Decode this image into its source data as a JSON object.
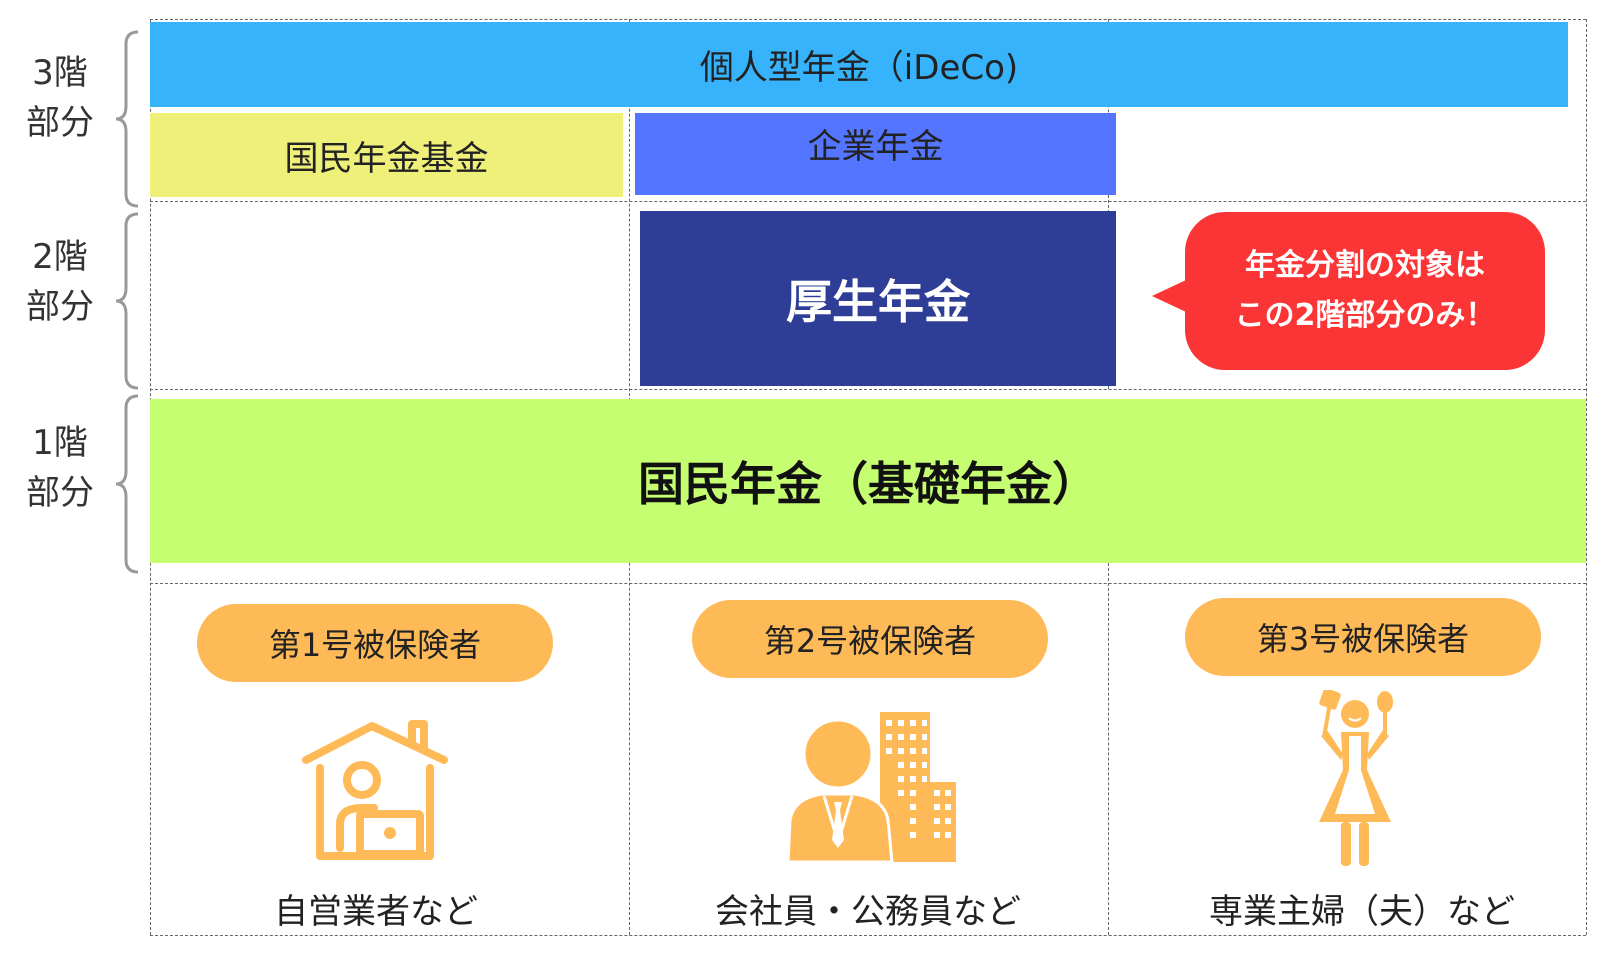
{
  "tiers": {
    "tier3": "3階\n部分",
    "tier2": "2階\n部分",
    "tier1": "1階\n部分"
  },
  "blocks": {
    "ideco": "個人型年金（iDeCo)",
    "kokumin_kikin": "国民年金基金",
    "kigyo_nenkin": "企業年金",
    "kosei_nenkin": "厚生年金",
    "kiso_nenkin": "国民年金（基礎年金）"
  },
  "callout": {
    "line1": "年金分割の対象は",
    "line2": "この2階部分のみ！"
  },
  "insured": [
    {
      "label": "第1号被保険者",
      "caption": "自営業者など",
      "icon": "home-worker-icon"
    },
    {
      "label": "第2号被保険者",
      "caption": "会社員・公務員など",
      "icon": "office-worker-icon"
    },
    {
      "label": "第3号被保険者",
      "caption": "専業主婦（夫）など",
      "icon": "homemaker-icon"
    }
  ],
  "colors": {
    "ideco": "#36b3fa",
    "kokumin_kikin": "#eef07a",
    "kigyo_nenkin": "#5475ff",
    "kosei_nenkin": "#2e3d96",
    "kiso_nenkin": "#c6fe71",
    "callout": "#fb3535",
    "pill": "#ffba58"
  }
}
